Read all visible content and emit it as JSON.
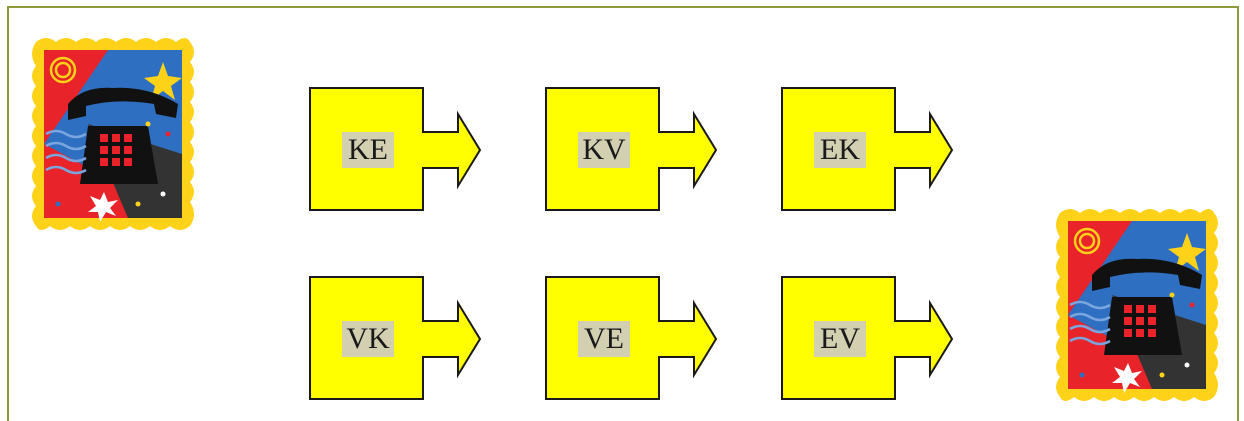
{
  "colors": {
    "frame": "#8f9a3c",
    "box_fill": "#ffff00",
    "box_stroke": "#1a1a1a",
    "label_highlight": "#d3d0b2",
    "stamp_border": "#ffd21a",
    "stamp_red": "#e8232a",
    "stamp_blue": "#2e6fc1",
    "phone": "#111111"
  },
  "icons": {
    "left_stamp": "telephone-postage-stamp-icon",
    "right_stamp": "telephone-postage-stamp-icon"
  },
  "nodes": [
    {
      "label": "KE"
    },
    {
      "label": "KV"
    },
    {
      "label": "EK"
    },
    {
      "label": "VK"
    },
    {
      "label": "VE"
    },
    {
      "label": "EV"
    }
  ]
}
